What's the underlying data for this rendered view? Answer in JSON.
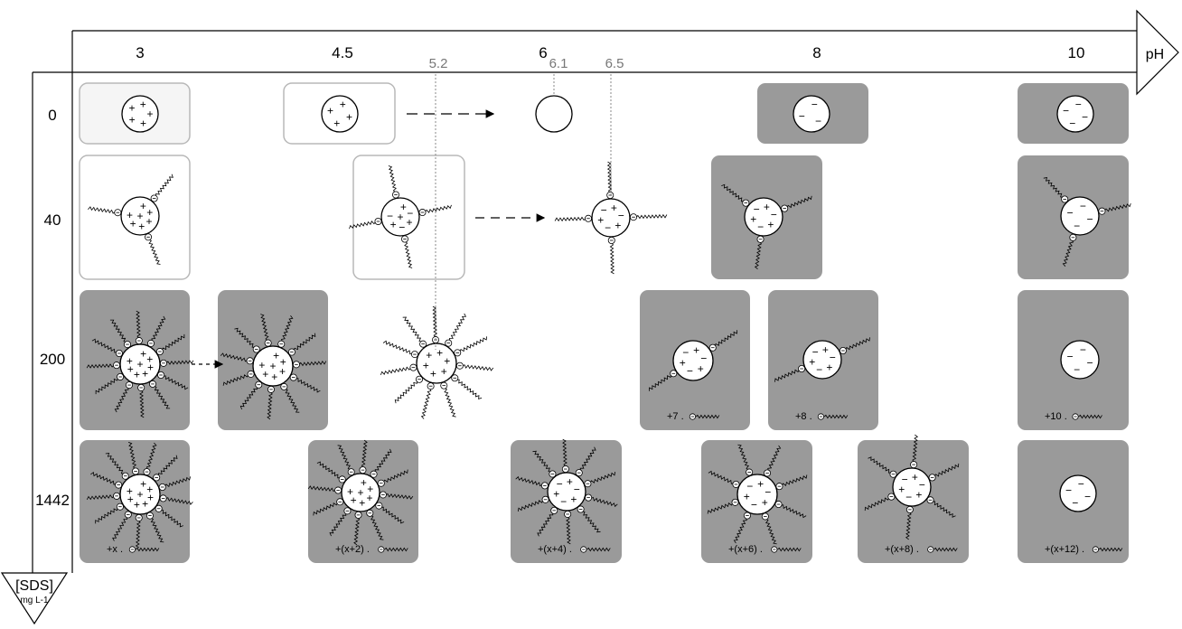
{
  "axes": {
    "x_label": "pH",
    "y_label": "[SDS]",
    "y_unit": "mg L-1",
    "ph_ticks": [
      "3",
      "4.5",
      "6",
      "8",
      "10"
    ],
    "sds_ticks": [
      "0",
      "40",
      "200",
      "1442"
    ],
    "reference_lines": [
      "5.2",
      "6.1",
      "6.5"
    ]
  },
  "panels": [
    {
      "row": "0",
      "ph": "3",
      "box": "light",
      "charge": "+",
      "n_signs": 5,
      "sds": 0,
      "label": ""
    },
    {
      "row": "0",
      "ph": "4.5",
      "box": "outline",
      "charge": "+",
      "n_signs": 4,
      "sds": 0,
      "label": ""
    },
    {
      "row": "0",
      "ph": "6.1",
      "box": "none",
      "charge": "",
      "n_signs": 0,
      "sds": 0,
      "label": ""
    },
    {
      "row": "0",
      "ph": "8",
      "box": "gray",
      "charge": "-",
      "n_signs": 3,
      "sds": 0,
      "label": ""
    },
    {
      "row": "0",
      "ph": "10",
      "box": "gray",
      "charge": "-",
      "n_signs": 4,
      "sds": 0,
      "label": ""
    },
    {
      "row": "40",
      "ph": "3",
      "box": "outline",
      "charge": "+",
      "n_signs": 7,
      "sds": 3,
      "label": ""
    },
    {
      "row": "40",
      "ph": "4.5",
      "box": "outline",
      "charge": "mixed",
      "n_signs": 7,
      "sds": 4,
      "label": ""
    },
    {
      "row": "40",
      "ph": "6.5",
      "box": "none",
      "charge": "mixed",
      "n_signs": 6,
      "sds": 4,
      "label": ""
    },
    {
      "row": "40",
      "ph": "8",
      "box": "gray",
      "charge": "mixed",
      "n_signs": 6,
      "sds": 3,
      "label": ""
    },
    {
      "row": "40",
      "ph": "10",
      "box": "gray",
      "charge": "-",
      "n_signs": 4,
      "sds": 3,
      "label": ""
    },
    {
      "row": "200",
      "ph": "3",
      "box": "gray",
      "charge": "+",
      "n_signs": 8,
      "sds": 12,
      "label": ""
    },
    {
      "row": "200",
      "ph": "4.5",
      "box": "gray",
      "charge": "+",
      "n_signs": 7,
      "sds": 11,
      "label": ""
    },
    {
      "row": "200",
      "ph": "5.2",
      "box": "none",
      "charge": "+",
      "n_signs": 6,
      "sds": 11,
      "label": ""
    },
    {
      "row": "200",
      "ph": "7",
      "box": "gray",
      "charge": "mixed",
      "n_signs": 6,
      "sds": 2,
      "label": "+7 ."
    },
    {
      "row": "200",
      "ph": "8",
      "box": "gray",
      "charge": "mixed",
      "n_signs": 6,
      "sds": 2,
      "label": "+8 ."
    },
    {
      "row": "200",
      "ph": "10",
      "box": "gray",
      "charge": "-",
      "n_signs": 4,
      "sds": 0,
      "label": "+10 ."
    },
    {
      "row": "1442",
      "ph": "3",
      "box": "gray",
      "charge": "+",
      "n_signs": 8,
      "sds": 13,
      "label": "+x ."
    },
    {
      "row": "1442",
      "ph": "4.5",
      "box": "gray",
      "charge": "+",
      "n_signs": 7,
      "sds": 12,
      "label": "+(x+2) ."
    },
    {
      "row": "1442",
      "ph": "6",
      "box": "gray",
      "charge": "mixed",
      "n_signs": 6,
      "sds": 10,
      "label": "+(x+4) ."
    },
    {
      "row": "1442",
      "ph": "7",
      "box": "gray",
      "charge": "mixed",
      "n_signs": 6,
      "sds": 8,
      "label": "+(x+6) ."
    },
    {
      "row": "1442",
      "ph": "8",
      "box": "gray",
      "charge": "mixed",
      "n_signs": 6,
      "sds": 6,
      "label": "+(x+8) ."
    },
    {
      "row": "1442",
      "ph": "10",
      "box": "gray",
      "charge": "-",
      "n_signs": 4,
      "sds": 0,
      "label": "+(x+12) ."
    }
  ],
  "colors": {
    "panel_gray": "#9a9a9a",
    "panel_light": "#f5f5f5",
    "panel_border": "#b8b8b8",
    "reference_line": "#8a8a8a"
  }
}
